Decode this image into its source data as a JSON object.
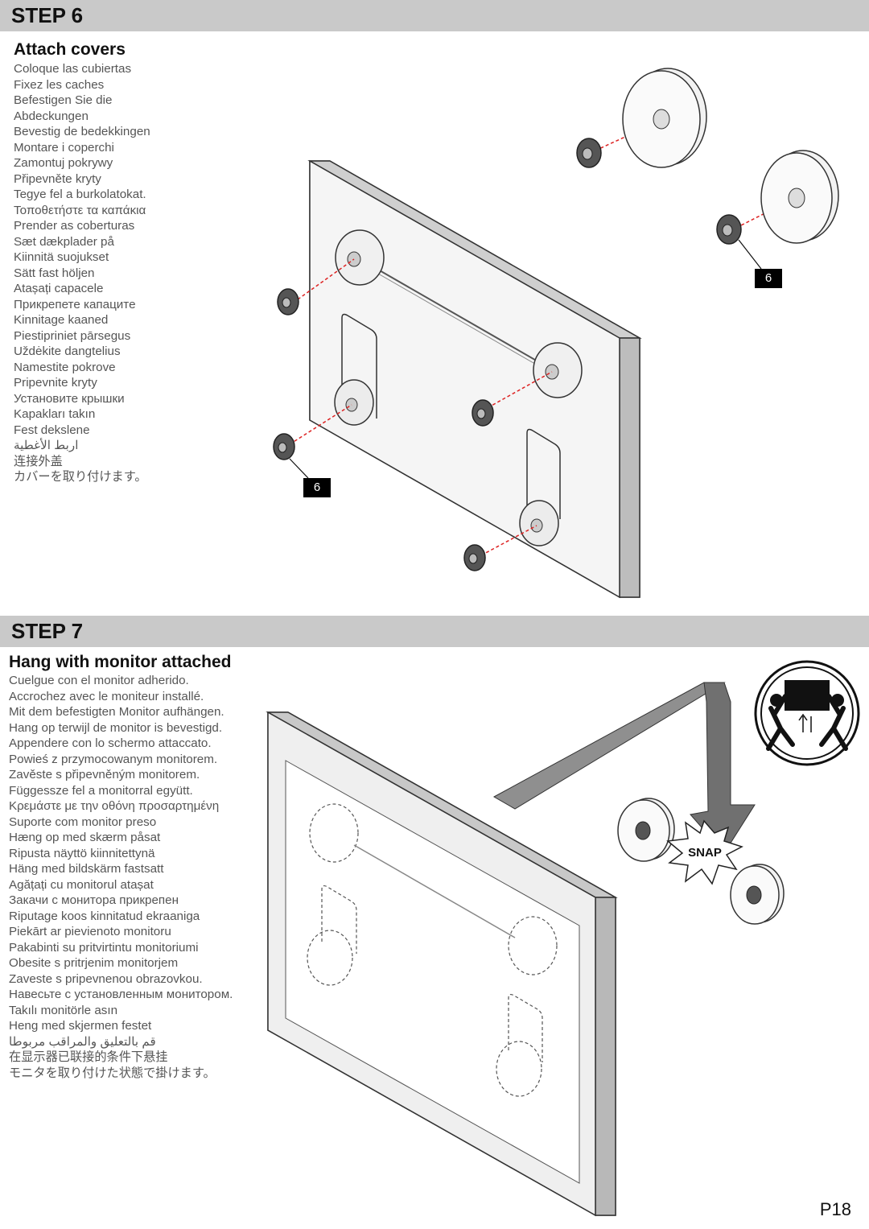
{
  "step6": {
    "label": "STEP 6",
    "title": "Attach covers",
    "translations": [
      "Coloque las cubiertas",
      "Fixez les caches",
      "Befestigen Sie die",
      "Abdeckungen",
      "Bevestig de bedekkingen",
      "Montare i coperchi",
      "Zamontuj pokrywy",
      "Připevněte kryty",
      "Tegye fel a burkolatokat.",
      "Τοποθετήστε τα καπάκια",
      "Prender as coberturas",
      "Sæt dækplader på",
      "Kiinnitä suojukset",
      "Sätt fast höljen",
      "Atașați capacele",
      "Прикрепете капаците",
      "Kinnitage kaaned",
      "Piestipriniet pārsegus",
      "Uždėkite dangtelius",
      "Namestite pokrove",
      "Pripevnite kryty",
      "Установите крышки",
      "Kapakları takın",
      "Fest dekslene",
      "اربط الأغطية",
      "连接外盖",
      "カバーを取り付けます。"
    ],
    "callout_right": "6",
    "callout_left": "6"
  },
  "step7": {
    "label": "STEP 7",
    "title": "Hang with monitor attached",
    "translations": [
      "Cuelgue con el monitor adherido.",
      "Accrochez avec le moniteur installé.",
      "Mit dem befestigten Monitor aufhängen.",
      "Hang op terwijl de monitor is bevestigd.",
      "Appendere con lo schermo attaccato.",
      "Powieś z przymocowanym monitorem.",
      "Zavěste s připevněným monitorem.",
      "Függessze fel a monitorral együtt.",
      "Κρεμάστε με την οθόνη προσαρτημένη",
      "Suporte com monitor preso",
      "Hæng op med skærm påsat",
      "Ripusta näyttö kiinnitettynä",
      "Häng med bildskärm fastsatt",
      "Agățați cu monitorul atașat",
      "Закачи с монитора прикрепен",
      "Riputage koos kinnitatud ekraaniga",
      "Piekārt ar pievienoto monitoru",
      "Pakabinti su pritvirtintu monitoriumi",
      "Obesite s pritrjenim monitorjem",
      "Zaveste s pripevnenou obrazovkou.",
      "Навесьте с установленным монитором.",
      "Takılı monitörle asın",
      "Heng med skjermen festet",
      "قم بالتعليق والمراقب مربوطا",
      "在显示器已联接的条件下悬挂",
      "モニタを取り付けた状態で掛けます。"
    ],
    "snap_label": "SNAP"
  },
  "page_number": "P18"
}
